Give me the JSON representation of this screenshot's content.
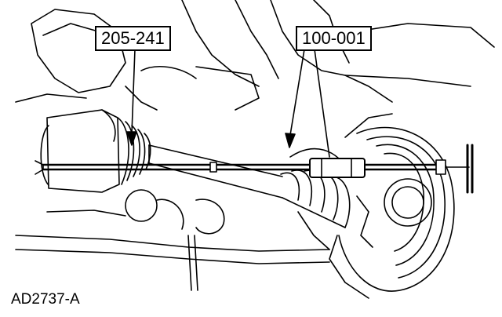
{
  "callouts": {
    "tool_left": "205-241",
    "tool_right": "100-001"
  },
  "figure_id": "AD2737-A"
}
